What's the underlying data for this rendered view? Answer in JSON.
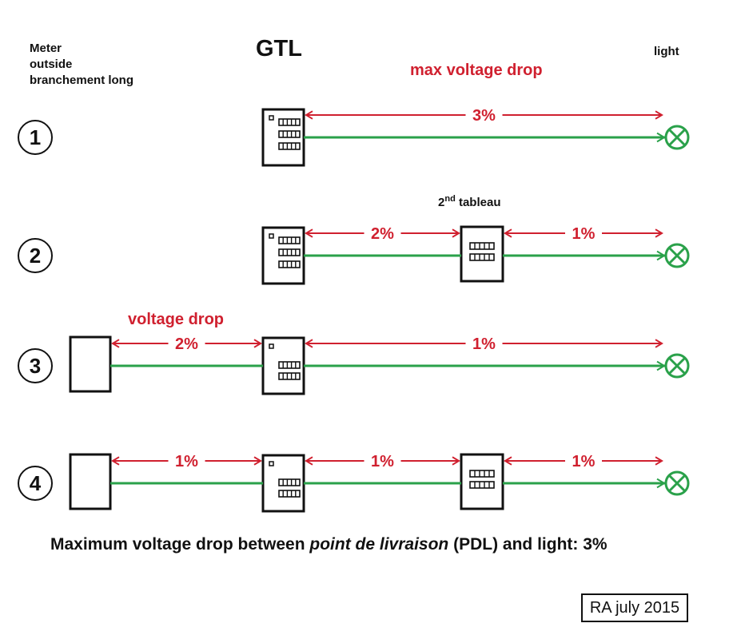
{
  "labels": {
    "meter": [
      "Meter",
      "outside",
      "branchement long"
    ],
    "gtl": "GTL",
    "light": "light",
    "max_voltage_drop": "max voltage drop",
    "second_tableau_num": "2",
    "second_tableau_sup": "nd",
    "second_tableau_text": "tableau",
    "voltage_drop": "voltage drop"
  },
  "summary": {
    "prefix": "Maximum voltage drop between ",
    "italic": "point de livraison",
    "suffix": " (PDL) and light: 3%"
  },
  "credit": "RA july 2015",
  "colors": {
    "wire": "#2aa14a",
    "drop": "#d0202f",
    "ink": "#111111"
  },
  "scenarios": [
    {
      "number": "1",
      "nodes": [
        "gtl3",
        "light"
      ],
      "drops": [
        "3%"
      ]
    },
    {
      "number": "2",
      "nodes": [
        "gtl3",
        "tableau2",
        "light"
      ],
      "drops": [
        "2%",
        "1%"
      ]
    },
    {
      "number": "3",
      "nodes": [
        "meter",
        "gtl2",
        "light"
      ],
      "drops": [
        "2%",
        "1%"
      ]
    },
    {
      "number": "4",
      "nodes": [
        "meter",
        "gtl2",
        "tableau2",
        "light"
      ],
      "drops": [
        "1%",
        "1%",
        "1%"
      ]
    }
  ]
}
